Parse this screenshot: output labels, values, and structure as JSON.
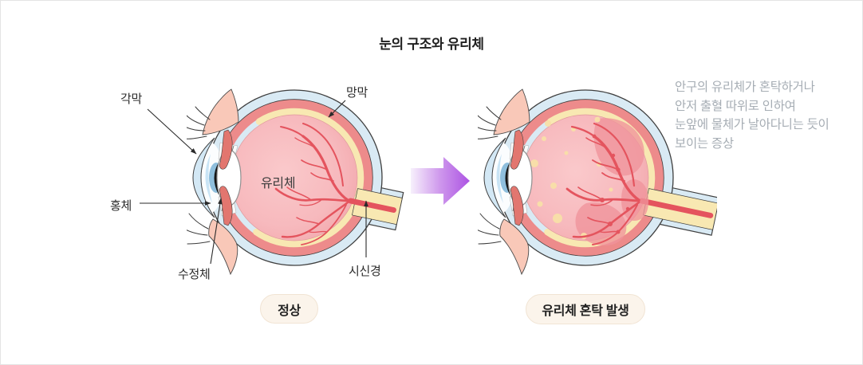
{
  "title": "눈의 구조와 유리체",
  "left_diagram": {
    "name": "normal eye cross-section",
    "labels": {
      "cornea": "각막",
      "iris": "홍체",
      "lens": "수정체",
      "retina": "망막",
      "vitreous": "유리체",
      "optic_nerve": "시신경"
    },
    "caption": "정상"
  },
  "right_diagram": {
    "name": "eye with vitreous opacity",
    "caption": "유리체 혼탁 발생",
    "description_lines": [
      "안구의 유리체가 혼탁하거나",
      "안저 출혈 따위로 인하여",
      "눈앞에 물체가 날아다니는 듯이",
      "보이는 증상"
    ]
  },
  "icons": {
    "transition_arrow": "right-arrow-icon"
  },
  "colors": {
    "sclera": "#D9EAF4",
    "choroid": "#ED8B8B",
    "retina_layer": "#F8E8B2",
    "vitreous_fill": "#F6B4B8",
    "vessel": "#E4545E",
    "eyelid": "#F9C8B8",
    "iris_front": "#8FBFDD",
    "floater": "#F8DFA8",
    "hemorrhage": "#F0939B",
    "arrow_start": "#F7F0FC",
    "arrow_end": "#AC53E3",
    "caption_bg": "#FBF4EB",
    "caption_border": "#F1E4D4",
    "description_text": "#A6ADB4",
    "label_text": "#2B2B2B",
    "title_text": "#1F1F1F",
    "page_border": "#E4E4E4"
  }
}
